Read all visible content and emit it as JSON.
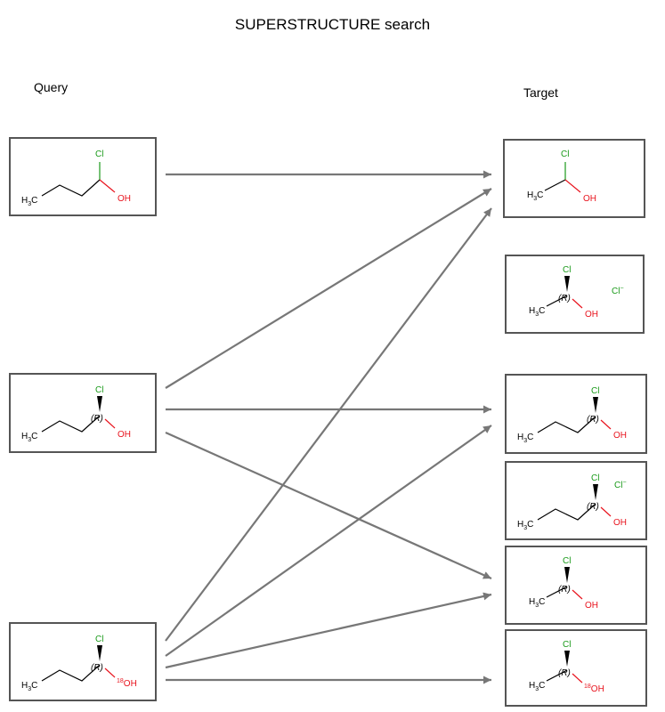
{
  "title": "SUPERSTRUCTURE search",
  "columns": {
    "query": "Query",
    "target": "Target"
  },
  "atoms": {
    "cl": "Cl",
    "oh": "OH",
    "h3c_h": "H",
    "h3c_sub": "3",
    "h3c_c": "C",
    "stereo_r": "(R)",
    "iso_18": "18",
    "cl_ion": "Cl",
    "ion_charge": "−"
  },
  "queries": [
    {
      "id": "q1",
      "chain": "propyl",
      "stereo": false,
      "isotope": false
    },
    {
      "id": "q2",
      "chain": "propyl",
      "stereo": true,
      "isotope": false
    },
    {
      "id": "q3",
      "chain": "propyl",
      "stereo": true,
      "isotope": true
    }
  ],
  "targets": [
    {
      "id": "t1",
      "chain": "methyl",
      "stereo": false,
      "isotope": false,
      "counterion": false
    },
    {
      "id": "t2",
      "chain": "methyl",
      "stereo": true,
      "isotope": false,
      "counterion": true
    },
    {
      "id": "t3",
      "chain": "propyl",
      "stereo": true,
      "isotope": false,
      "counterion": false
    },
    {
      "id": "t4",
      "chain": "propyl",
      "stereo": true,
      "isotope": false,
      "counterion": true
    },
    {
      "id": "t5",
      "chain": "methyl",
      "stereo": true,
      "isotope": false,
      "counterion": false
    },
    {
      "id": "t6",
      "chain": "methyl",
      "stereo": true,
      "isotope": true,
      "counterion": false
    }
  ],
  "matches": [
    {
      "from": "q1",
      "to": "t1"
    },
    {
      "from": "q2",
      "to": "t1"
    },
    {
      "from": "q2",
      "to": "t3"
    },
    {
      "from": "q2",
      "to": "t5"
    },
    {
      "from": "q3",
      "to": "t1"
    },
    {
      "from": "q3",
      "to": "t3"
    },
    {
      "from": "q3",
      "to": "t5"
    },
    {
      "from": "q3",
      "to": "t6"
    }
  ]
}
